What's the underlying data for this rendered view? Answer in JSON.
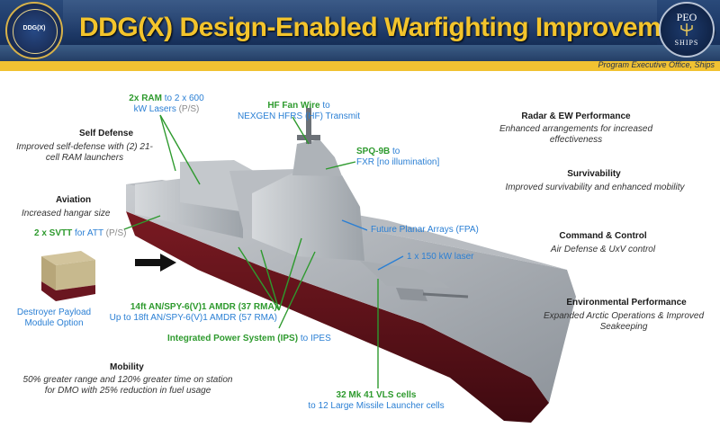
{
  "header": {
    "title": "DDG(X) Design-Enabled Warfighting Improvements",
    "subtitle": "Program Executive Office, Ships",
    "seal_text": "DDG(X)",
    "peo_logo": {
      "top": "PEO",
      "bottom": "SHIPS"
    }
  },
  "left": {
    "self_defense": {
      "heading": "Self Defense",
      "body": "Improved self-defense with (2) 21-cell RAM launchers"
    },
    "aviation": {
      "heading": "Aviation",
      "body": "Increased hangar size"
    },
    "svtt": {
      "a": "2 x SVTT",
      "b": " for ATT",
      "c": " (P/S)"
    },
    "payload_module": {
      "line1": "Destroyer Payload",
      "line2": "Module Option"
    },
    "mobility": {
      "heading": "Mobility",
      "body": "50% greater range and 120% greater time on station for DMO with 25% reduction in fuel usage"
    }
  },
  "callouts": {
    "ram": {
      "a": "2x RAM",
      "b": " to 2 x 600",
      "c": "kW Lasers",
      "d": " (P/S)"
    },
    "hf": {
      "a": "HF Fan Wire",
      "b": " to",
      "c": "NEXGEN HFRS (HF) Transmit"
    },
    "spq": {
      "a": "SPQ-9B",
      "b": " to",
      "c": "FXR [no illumination]"
    },
    "fpa": "Future Planar Arrays (FPA)",
    "laser": "1 x 150 kW laser",
    "amdr": {
      "a": "14ft AN/SPY-6(V)1 AMDR (37 RMA)",
      "b": "Up to ",
      "c": "18ft AN/SPY-6(V)1 AMDR (57 RMA)"
    },
    "ips": {
      "a": "Integrated Power System (IPS)",
      "b": " to ",
      "c": "IPES"
    },
    "vls": {
      "a": "32 Mk 41 VLS cells",
      "b": "to ",
      "c": "12 Large Missile Launcher cells"
    }
  },
  "right": {
    "radar": {
      "heading": "Radar & EW Performance",
      "body": "Enhanced arrangements for increased effectiveness"
    },
    "survivability": {
      "heading": "Survivability",
      "body": "Improved survivability and enhanced mobility"
    },
    "c2": {
      "heading": "Command & Control",
      "body": "Air Defense & UxV control"
    },
    "environment": {
      "heading": "Environmental Performance",
      "body": "Expanded Arctic Operations & Improved Seakeeping"
    }
  },
  "colors": {
    "accent_green": "#2e9a2e",
    "accent_blue": "#2a7fd4",
    "title_gold": "#f3c42c",
    "header_navy": "#1a3563"
  }
}
